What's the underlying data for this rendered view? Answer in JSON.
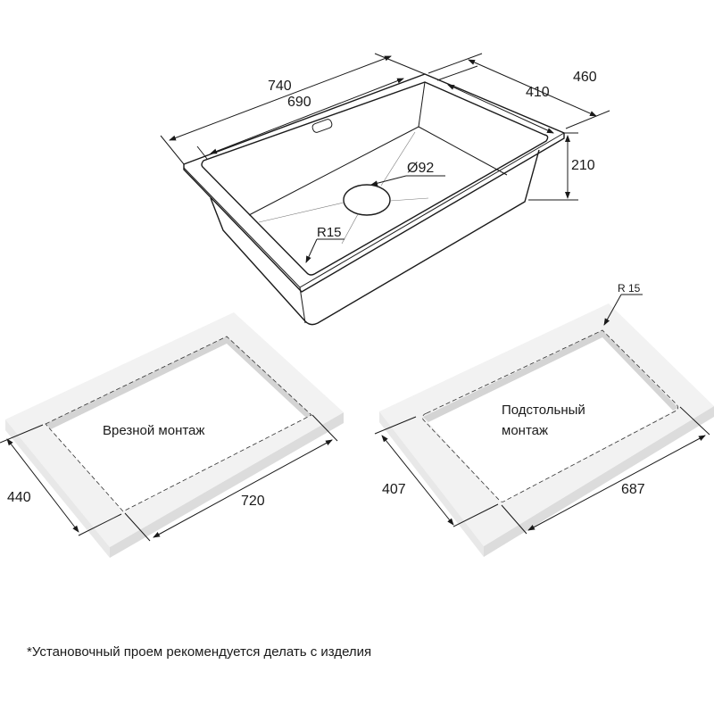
{
  "sink": {
    "dims": {
      "outer_length": "740",
      "inner_length": "690",
      "outer_width": "460",
      "inner_width": "410",
      "depth": "210",
      "drain": "Ø92",
      "radius": "R15"
    }
  },
  "inset_mount": {
    "label": "Врезной монтаж",
    "width": "440",
    "length": "720"
  },
  "undermount": {
    "label_line1": "Подстольный",
    "label_line2": "монтаж",
    "width": "407",
    "length": "687",
    "radius": "R 15"
  },
  "footer_note": "*Установочный проем рекомендуется делать с изделия",
  "colors": {
    "line": "#1a1a1a",
    "slab_top": "#f2f2f2",
    "slab_side": "#e0e0e0",
    "slab_inner": "#d4d4d4"
  }
}
